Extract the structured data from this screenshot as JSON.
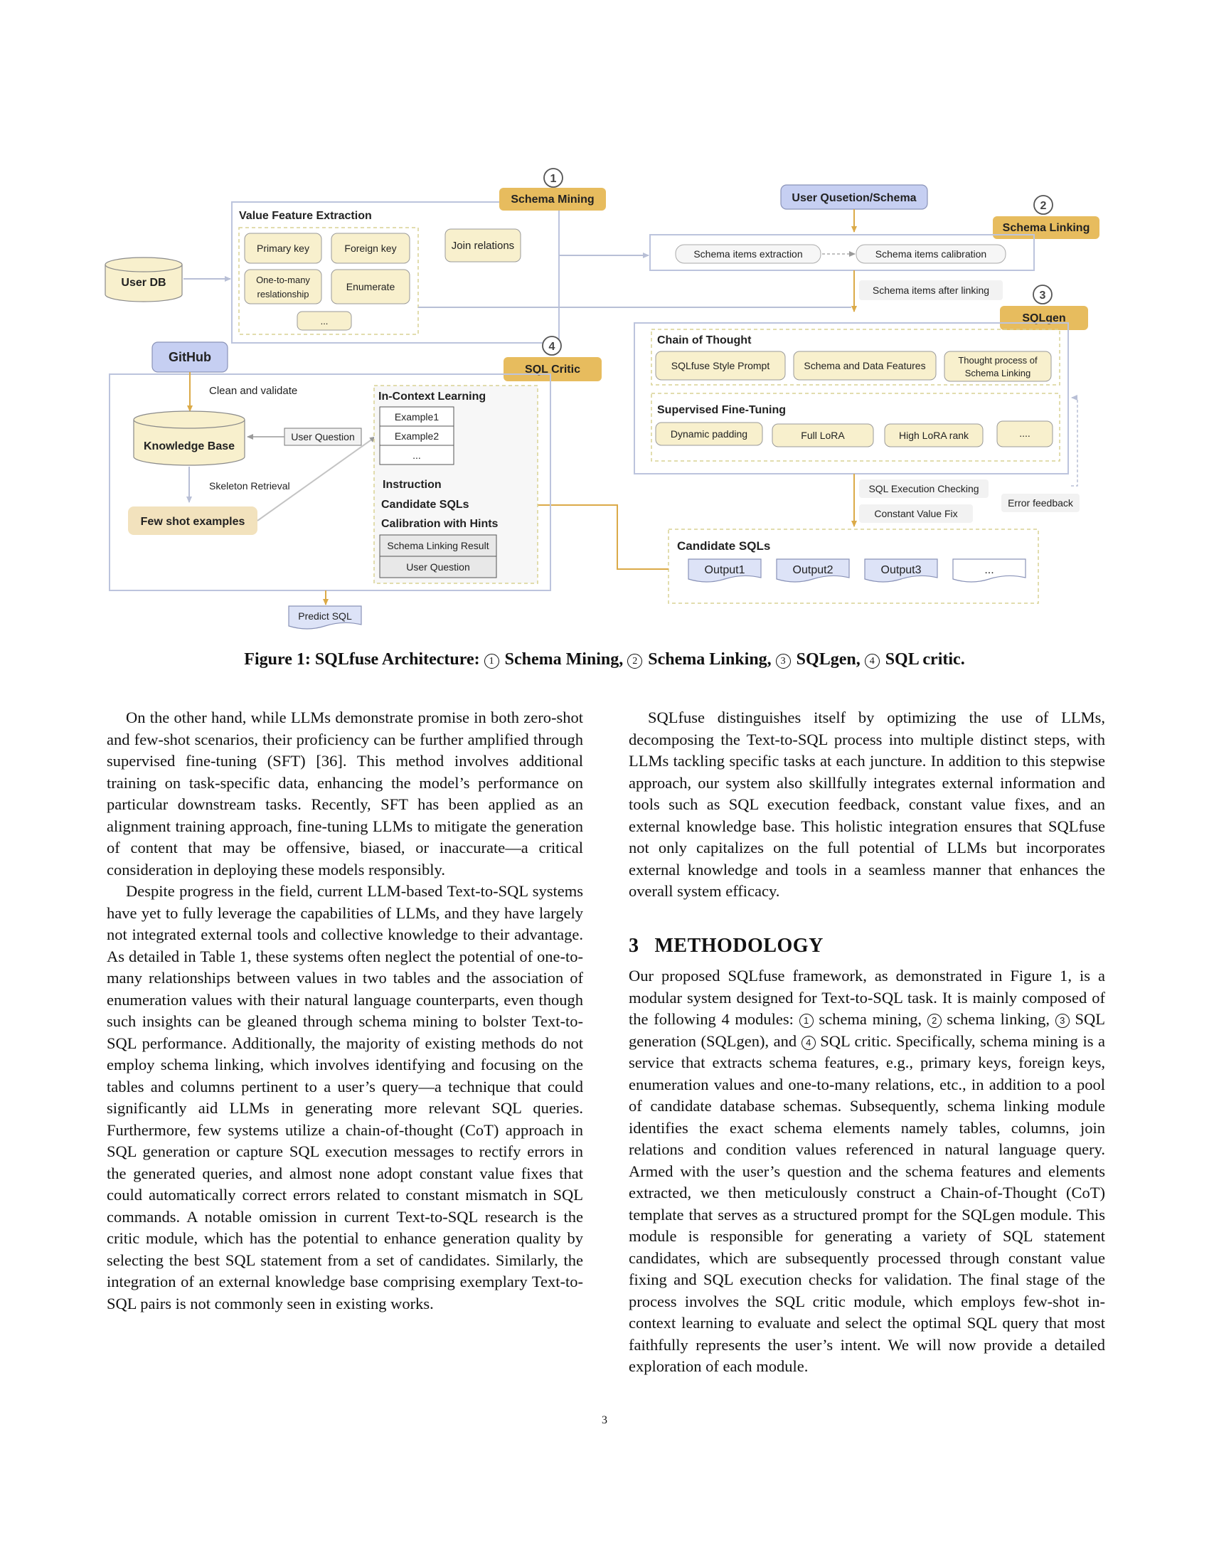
{
  "diagram": {
    "schema_mining": {
      "num": "1",
      "label": "Schema Mining"
    },
    "schema_linking": {
      "num": "2",
      "label": "Schema Linking"
    },
    "sqlgen": {
      "num": "3",
      "label": "SQLgen"
    },
    "sql_critic": {
      "num": "4",
      "label": "SQL Critic"
    },
    "user_db": "User DB",
    "value_feature_extraction": "Value Feature Extraction",
    "primary_key": "Primary key",
    "foreign_key": "Foreign key",
    "one_to_many_line1": "One-to-many",
    "one_to_many_line2": "reslationship",
    "enumerate": "Enumerate",
    "ellipsis": "...",
    "join_relations": "Join relations",
    "user_question_schema": "User Qusetion/Schema",
    "schema_items_extraction": "Schema items extraction",
    "schema_items_calibration": "Schema items calibration",
    "schema_items_after_linking": "Schema items after linking",
    "chain_of_thought": "Chain of Thought",
    "sqlfuse_style_prompt": "SQLfuse Style Prompt",
    "schema_data_features": "Schema and Data Features",
    "thought_process_line1": "Thought process of",
    "thought_process_line2": "Schema Linking",
    "supervised_fine_tuning": "Supervised Fine-Tuning",
    "dynamic_padding": "Dynamic padding",
    "full_lora": "Full LoRA",
    "high_lora_rank": "High LoRA rank",
    "sft_more": "....",
    "sql_execution_checking": "SQL Execution Checking",
    "constant_value_fix": "Constant Value Fix",
    "error_feedback": "Error feedback",
    "candidate_sqls": "Candidate SQLs",
    "outputs": [
      "Output1",
      "Output2",
      "Output3",
      "..."
    ],
    "github": "GitHub",
    "clean_and_validate": "Clean and validate",
    "knowledge_base": "Knowledge Base",
    "user_question": "User Question",
    "skeleton_retrieval": "Skeleton Retrieval",
    "few_shot_examples": "Few shot examples",
    "in_context_learning": "In-Context Learning",
    "example1": "Example1",
    "example2": "Example2",
    "examples_more": "...",
    "instruction": "Instruction",
    "icl_candidate_sqls": "Candidate SQLs",
    "calibration_with_hints": "Calibration with Hints",
    "schema_linking_result": "Schema Linking Result",
    "icl_user_question": "User Question",
    "predict_sql": "Predict SQL"
  },
  "caption": {
    "prefix": "Figure 1: SQLfuse Architecture: ",
    "items": [
      {
        "num": "1",
        "label": "Schema Mining,"
      },
      {
        "num": "2",
        "label": "Schema Linking,"
      },
      {
        "num": "3",
        "label": "SQLgen,"
      },
      {
        "num": "4",
        "label": "SQL critic."
      }
    ]
  },
  "left_column": {
    "p1": "On the other hand, while LLMs demonstrate promise in both zero-shot and few-shot scenarios, their proficiency can be further amplified through supervised fine-tuning (SFT) [36]. This method involves additional training on task-specific data, enhancing the model’s performance on particular downstream tasks. Recently, SFT has been applied as an alignment training approach, fine-tuning LLMs to mitigate the generation of content that may be offensive, biased, or inaccurate—a critical consideration in deploying these models responsibly.",
    "p2": "Despite progress in the field, current LLM-based Text-to-SQL systems have yet to fully leverage the capabilities of LLMs, and they have largely not integrated external tools and collective knowledge to their advantage. As detailed in Table 1, these systems often neglect the potential of one-to-many relationships between values in two tables and the association of enumeration values with their natural language counterparts, even though such insights can be gleaned through schema mining to bolster Text-to-SQL performance. Additionally, the majority of existing methods do not employ schema linking, which involves identifying and focusing on the tables and columns pertinent to a user’s query—a technique that could significantly aid LLMs in generating more relevant SQL queries. Furthermore, few systems utilize a chain-of-thought (CoT) approach in SQL generation or capture SQL execution messages to rectify errors in the generated queries, and almost none adopt constant value fixes that could automatically correct errors related to constant mismatch in SQL commands. A notable omission in current Text-to-SQL research is the critic module, which has the potential to enhance generation quality by selecting the best SQL statement from a set of candidates. Similarly, the integration of an external knowledge base comprising exemplary Text-to-SQL pairs is not commonly seen in existing works."
  },
  "right_column": {
    "p1": "SQLfuse distinguishes itself by optimizing the use of LLMs, decomposing the Text-to-SQL process into multiple distinct steps, with LLMs tackling specific tasks at each juncture. In addition to this stepwise approach, our system also skillfully integrates external information and tools such as SQL execution feedback, constant value fixes, and an external knowledge base. This holistic integration ensures that SQLfuse not only capitalizes on the full potential of LLMs but incorporates external knowledge and tools in a seamless manner that enhances the overall system efficacy.",
    "section_number": "3",
    "section_title": "METHODOLOGY",
    "p2_a": "Our proposed SQLfuse framework, as demonstrated in Figure 1, is a modular system designed for Text-to-SQL task. It is mainly composed of the following 4 modules: ",
    "m1": "1",
    "p2_b": " schema mining, ",
    "m2": "2",
    "p2_c": " schema linking, ",
    "m3": "3",
    "p2_d": " SQL generation (SQLgen), and ",
    "m4": "4",
    "p2_e": " SQL critic. Specifically, schema mining is a service that extracts schema features, e.g., primary keys, foreign keys, enumeration values and one-to-many relations, etc., in addition to a pool of candidate database schemas. Subsequently, schema linking module identifies the exact schema elements namely tables, columns, join relations and condition values referenced in natural language query. Armed with the user’s question and the schema features and elements extracted, we then meticulously construct a Chain-of-Thought (CoT) template that serves as a structured prompt for the SQLgen module. This module is responsible for generating a variety of SQL statement candidates, which are subsequently processed through constant value fixing and SQL execution checks for validation. The final stage of the process involves the SQL critic module, which employs few-shot in-context learning to evaluate and select the optimal SQL query that most faithfully represents the user’s intent. We will now provide a detailed exploration of each module."
  },
  "page_number": "3",
  "colors": {
    "gold_label": "#e7bc5e",
    "blue_label": "#c6cff2",
    "pale_yellow": "#f8f0cd",
    "pale_tan": "#f2e2bd",
    "frame_blue": "#bcc4dd",
    "arrow_gold": "#dbaa48",
    "dashed_khaki": "#d9d294"
  }
}
